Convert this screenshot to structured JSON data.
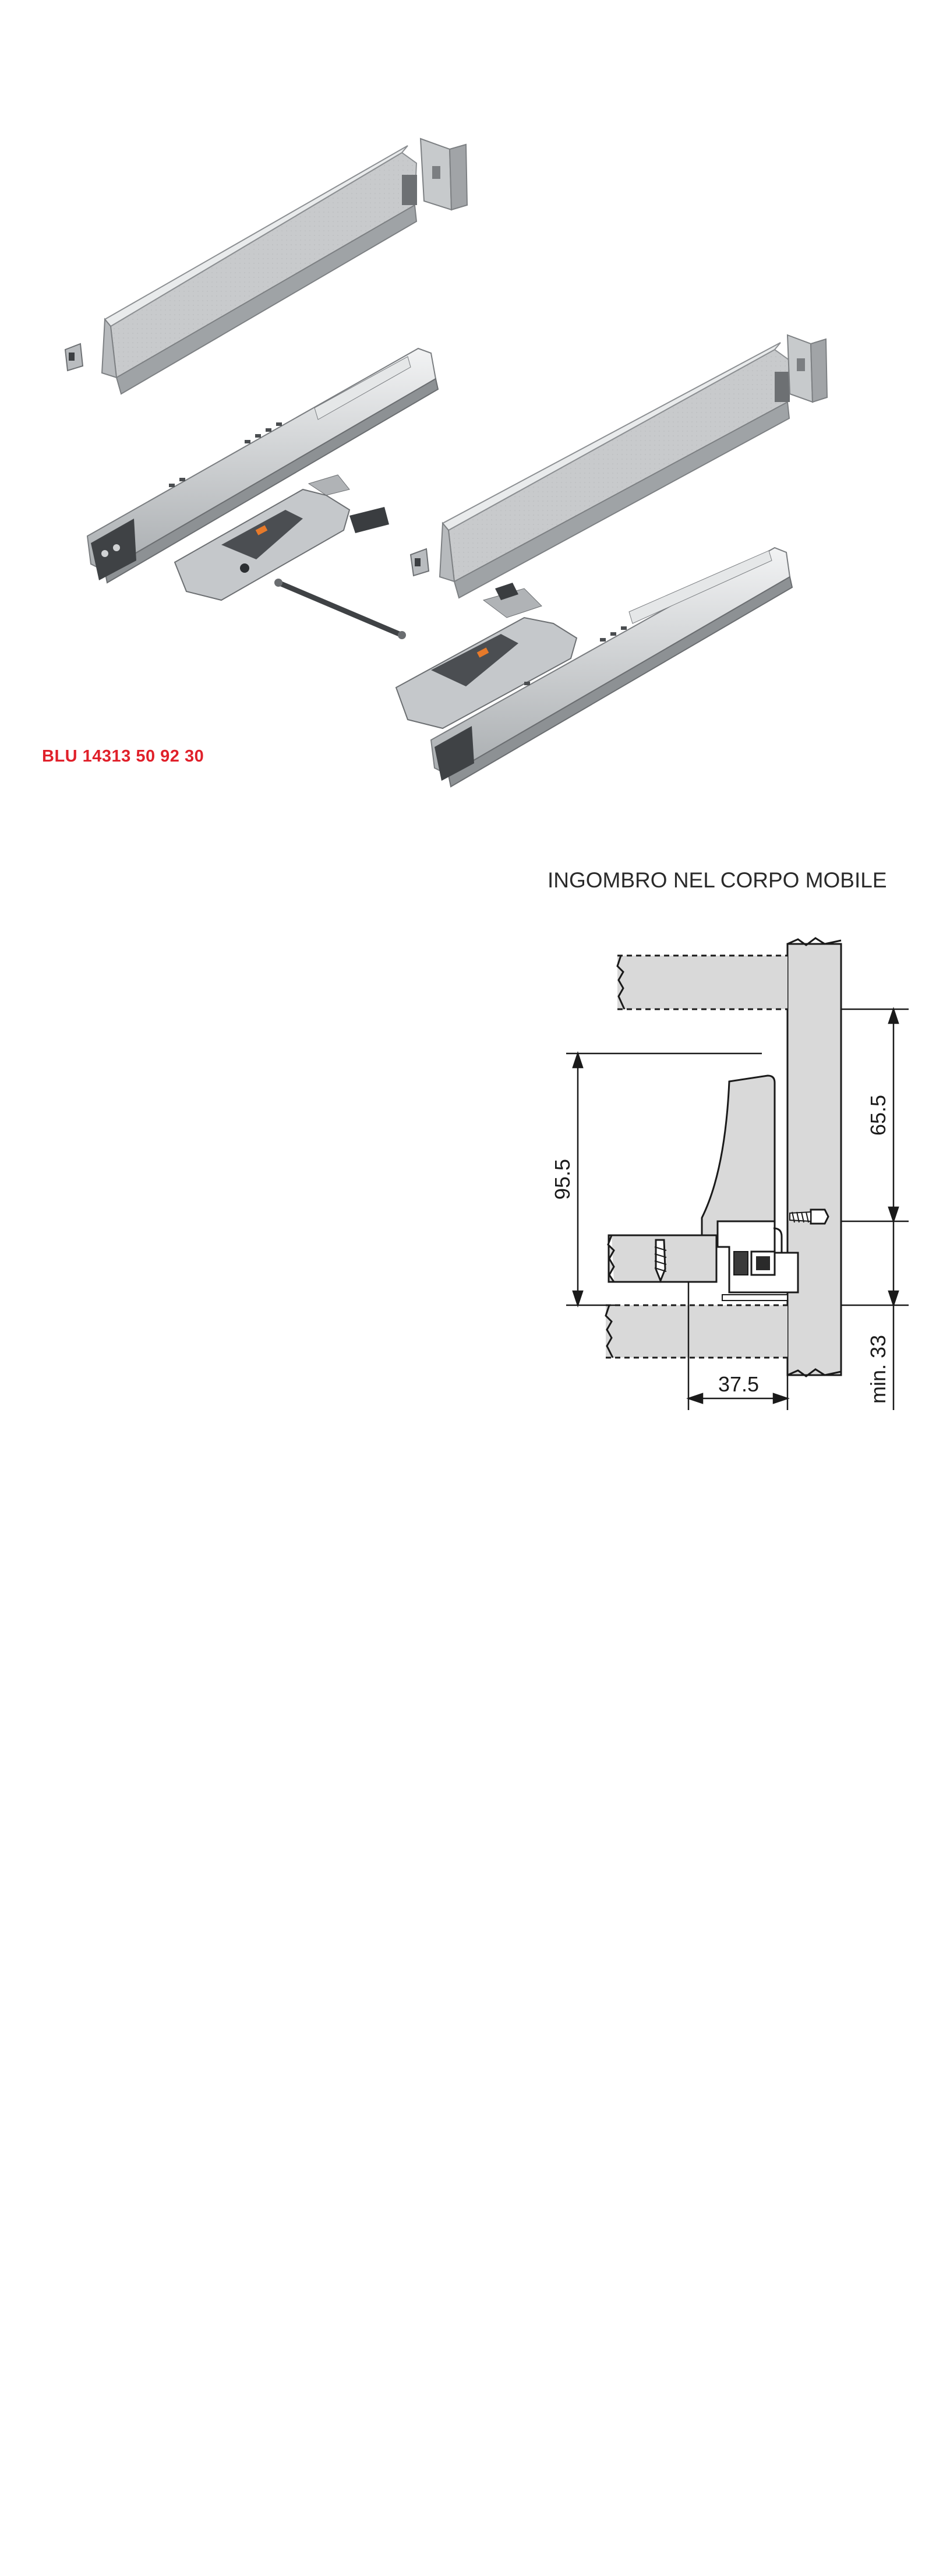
{
  "product_code": "BLU 14313 50 92 30",
  "section_title": "INGOMBRO NEL CORPO MOBILE",
  "dimensions": {
    "total_height": "95.5",
    "upper_height": "65.5",
    "lower_min": "min. 33",
    "inset_width": "37.5"
  },
  "colors": {
    "accent_red": "#e0202a",
    "panel_grey": "#c9cbcd",
    "panel_dark": "#9ea1a4",
    "board_fill": "#d9d9d9",
    "line": "#1a1a1a"
  },
  "icons": [
    "drawer-side-panel",
    "runner-rail",
    "sync-rod",
    "locking-device",
    "bracket",
    "screw"
  ]
}
